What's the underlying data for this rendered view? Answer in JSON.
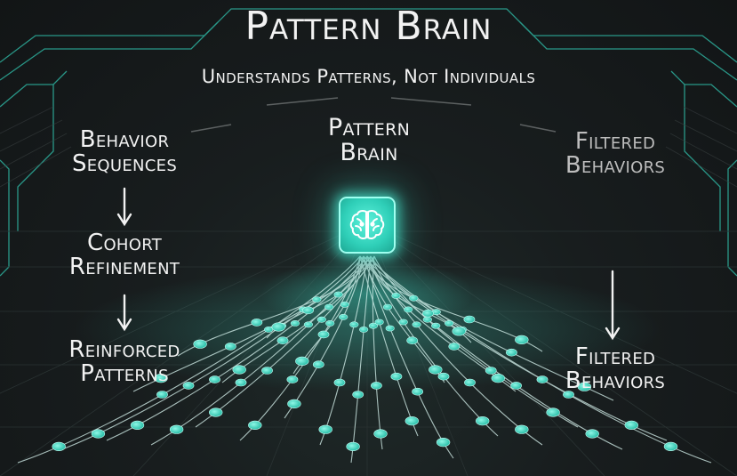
{
  "title": "Pattern Brain",
  "subtitle": "Understands Patterns, Not Individuals",
  "center_label": {
    "line1": "Pattern",
    "line2": "Brain"
  },
  "left_column": {
    "top": {
      "line1": "Behavior",
      "line2": "Sequences"
    },
    "middle": {
      "line1": "Cohort",
      "line2": "Refinement"
    },
    "bottom": {
      "line1": "Reinforced",
      "line2": "Patterns"
    }
  },
  "right_column": {
    "top": {
      "line1": "Filtered",
      "line2": "Behaviors"
    },
    "bottom": {
      "line1": "Filtered",
      "line2": "Behaviors"
    }
  },
  "icons": {
    "center": "brain-icon",
    "arrows": "arrow-down-icon"
  },
  "colors": {
    "background": "#15191a",
    "accent": "#3fd9c2",
    "text": "#f2f2f2",
    "muted_text": "#bdbdbd"
  }
}
